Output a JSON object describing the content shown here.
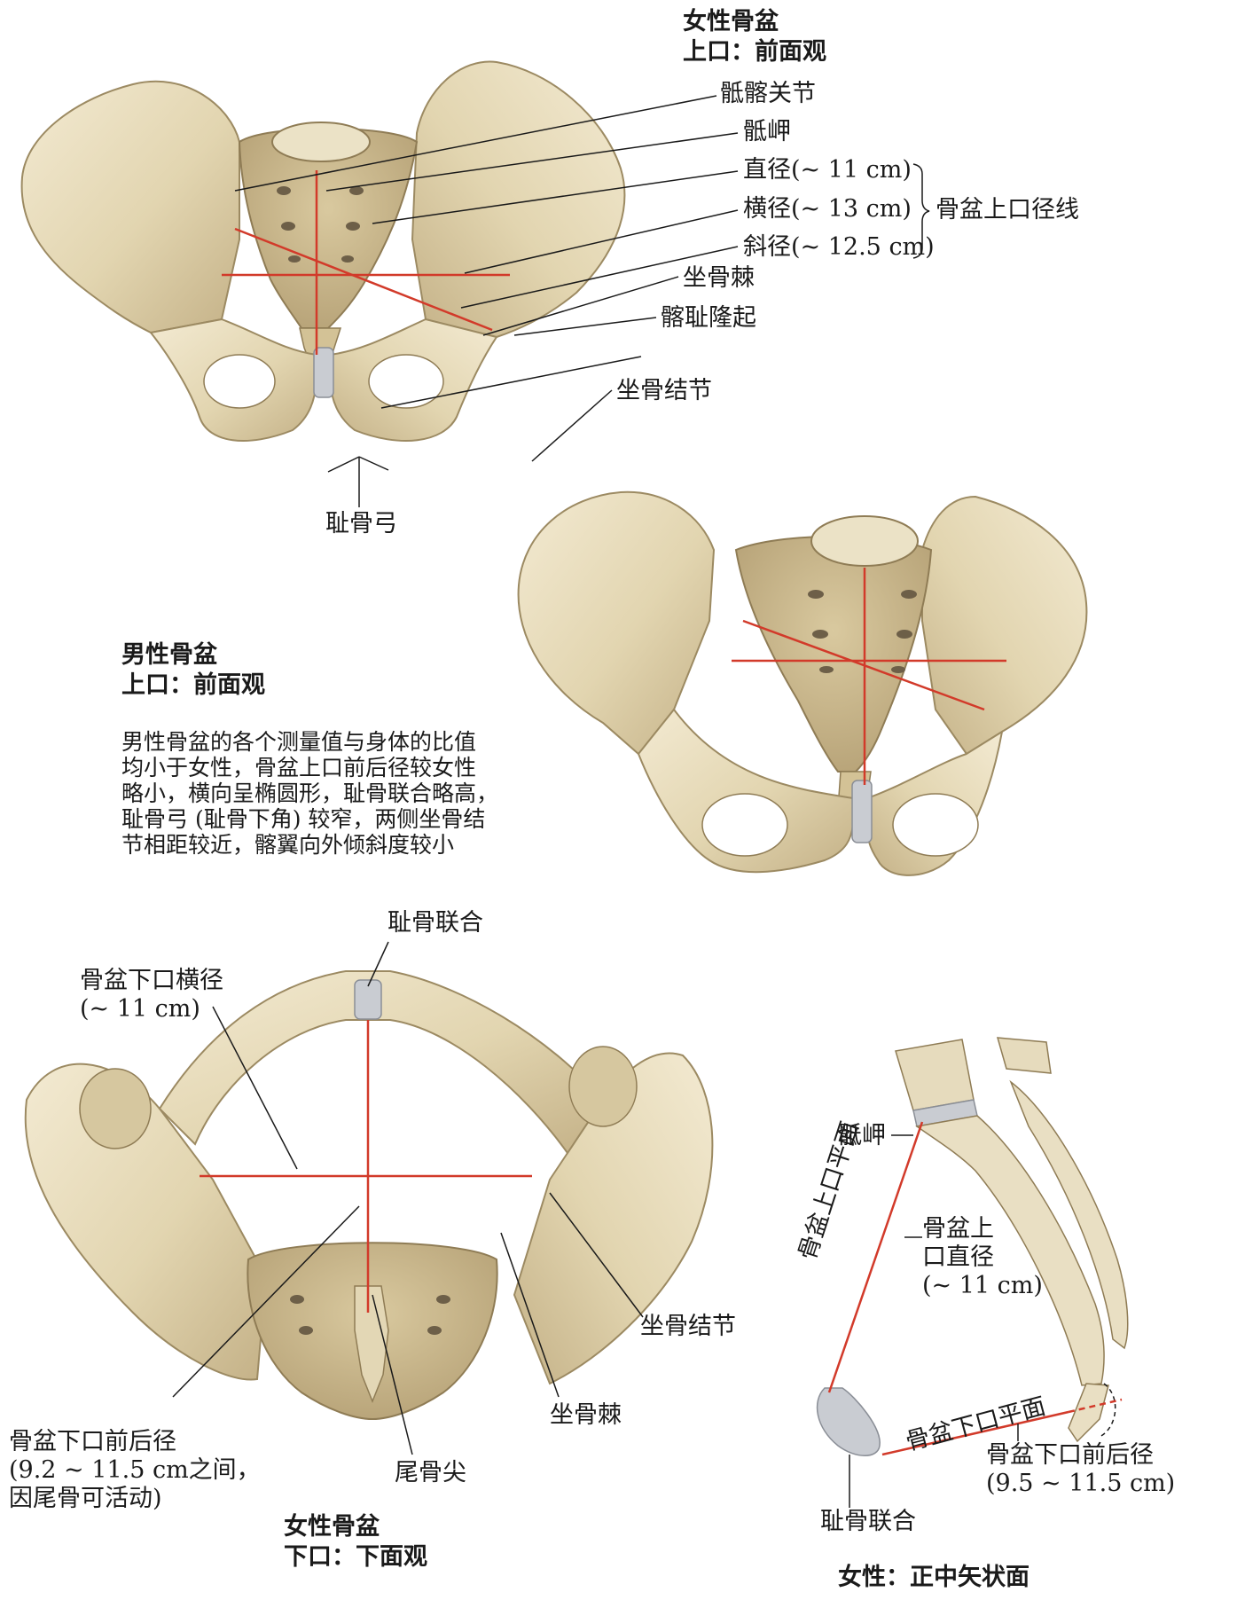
{
  "colors": {
    "bone_light": "#efe4c7",
    "bone_mid": "#dccfa8",
    "bone_dark": "#b8a57c",
    "cartilage": "#c9ccd2",
    "measure_line": "#d23a2a",
    "leader_line": "#1a1a1a"
  },
  "panel_female_inlet": {
    "title_line1": "女性骨盆",
    "title_line2": "上口：前面观",
    "labels": {
      "sacroiliac_joint": "骶髂关节",
      "promontory": "骶岬",
      "conjugate": "直径(~ 11 cm)",
      "transverse": "横径(~ 13 cm)",
      "oblique": "斜径(~ 12.5 cm)",
      "group_label": "骨盆上口径线",
      "ischial_spine": "坐骨棘",
      "iliopubic_eminence": "髂耻隆起",
      "ischial_tuberosity": "坐骨结节",
      "pubic_arch": "耻骨弓"
    }
  },
  "panel_male_inlet": {
    "title_line1": "男性骨盆",
    "title_line2": "上口：前面观",
    "description": [
      "男性骨盆的各个测量值与身体的比值",
      "均小于女性，骨盆上口前后径较女性",
      "略小，横向呈椭圆形，耻骨联合略高，",
      "耻骨弓 (耻骨下角) 较窄，两侧坐骨结",
      "节相距较近，髂翼向外倾斜度较小"
    ]
  },
  "panel_female_outlet": {
    "title_line1": "女性骨盆",
    "title_line2": "下口：下面观",
    "labels": {
      "pubic_symphysis": "耻骨联合",
      "transverse_line1": "骨盆下口横径",
      "transverse_line2": "(~ 11 cm)",
      "ischial_tuberosity": "坐骨结节",
      "ischial_spine": "坐骨棘",
      "coccyx_tip": "尾骨尖",
      "ap_line1": "骨盆下口前后径",
      "ap_line2": "(9.2 ~ 11.5 cm之间，",
      "ap_line3": "因尾骨可活动)"
    }
  },
  "panel_sagittal": {
    "title": "女性：正中矢状面",
    "labels": {
      "promontory": "骶岬",
      "inlet_plane": "骨盆上口平面",
      "inlet_conj_line1": "骨盆上",
      "inlet_conj_line2": "口直径",
      "inlet_conj_line3": "(~ 11 cm)",
      "outlet_plane": "骨盆下口平面",
      "outlet_ap_line1": "骨盆下口前后径",
      "outlet_ap_line2": "(9.5 ~ 11.5 cm)",
      "pubic_symphysis": "耻骨联合"
    }
  }
}
